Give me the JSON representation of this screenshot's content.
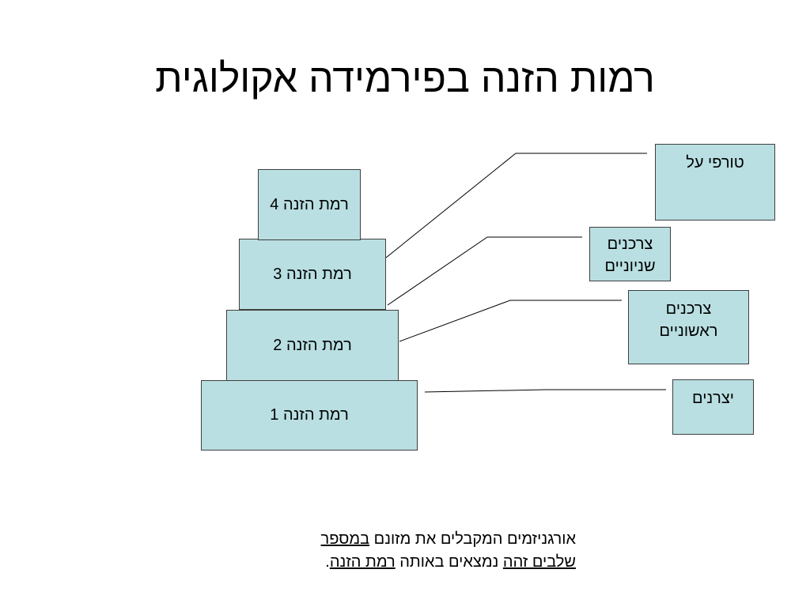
{
  "title": "רמות הזנה בפירמידה אקולוגית",
  "pyramid_levels": [
    {
      "label": "רמת הזנה 1"
    },
    {
      "label": "רמת הזנה 2"
    },
    {
      "label": "רמת הזנה 3"
    },
    {
      "label": "רמת הזנה 4"
    }
  ],
  "roles": {
    "top_predators": {
      "line1": "טורפי על"
    },
    "secondary_consumers": {
      "line1": "צרכנים",
      "line2": "שניוניים"
    },
    "primary_consumers": {
      "line1": "צרכנים",
      "line2": "ראשוניים"
    },
    "producers": {
      "line1": "יצרנים"
    }
  },
  "footnote": {
    "line1_plain": "אורגניזמים המקבלים את מזונם",
    "line1_underlined": "במספר",
    "line2_underlined_a": "שלבים זהה",
    "line2_plain": "נמצאים באותה",
    "line2_underlined_b": "רמת הזנה",
    "line2_end": "."
  },
  "colors": {
    "box_fill": "#b9dfe2",
    "box_border": "#3f3f3f",
    "connector_line": "#000000"
  }
}
